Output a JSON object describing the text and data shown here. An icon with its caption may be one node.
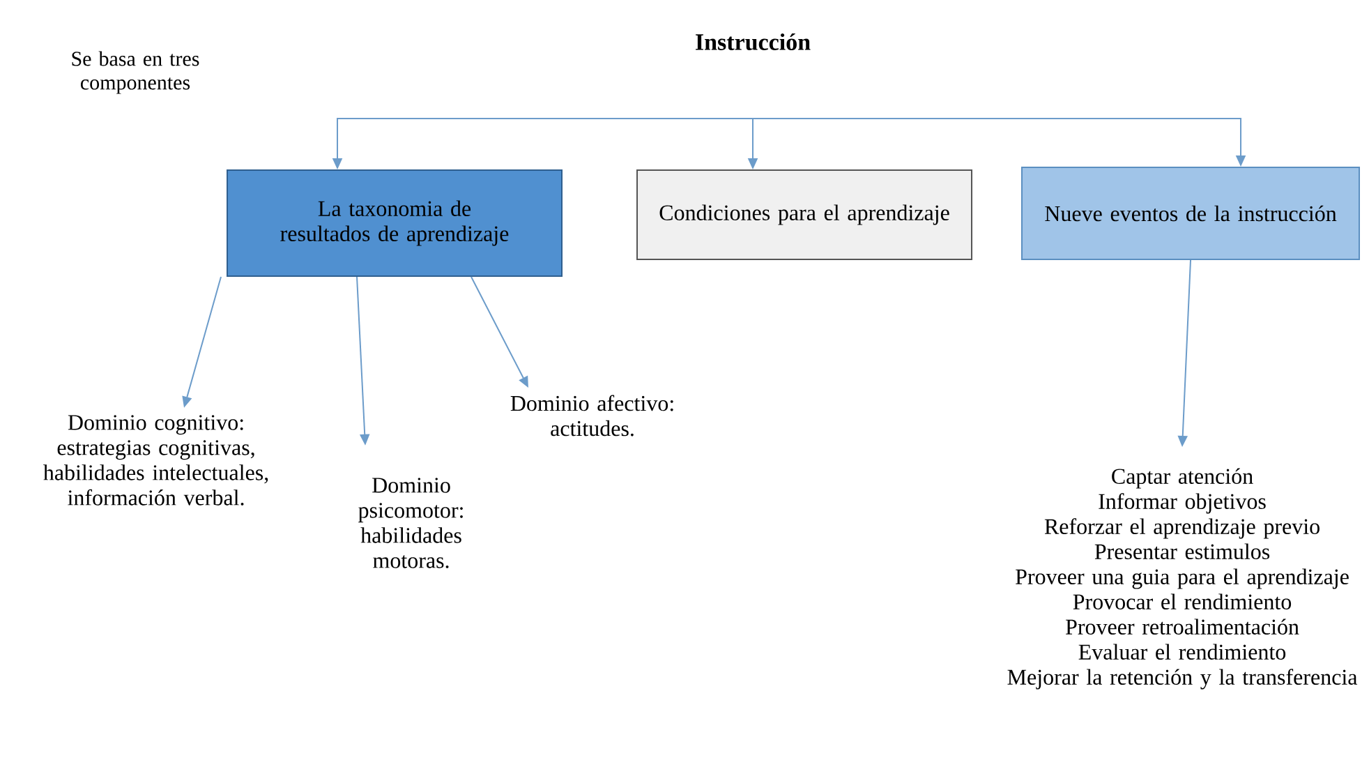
{
  "diagram": {
    "title": "Instrucción",
    "nodes": [
      {
        "text": [
          "La taxonomia de resultados de aprendizaje"
        ]
      },
      {
        "text": [
          "Condiciones para el aprendizaje"
        ]
      },
      {
        "text": [
          "Nueve eventos de la instrucción"
        ]
      },
      {
        "text": [
          "Dominio cognitivo: estrategias cognitivas, habilidades intelectuales, información verbal."
        ]
      },
      {
        "text": [
          "Dominio psicomotor: habilidades motoras."
        ]
      },
      {
        "text": [
          "Dominio afectivo: actitudes."
        ]
      },
      {
        "text": [
          "Captar atención",
          "Informar objetivos",
          "Reforzar el aprendizaje previo",
          "Presentar estimulos",
          "Proveer una guia para el aprendizaje",
          "Provocar el rendimiento",
          "Proveer retroalimentación",
          "Evaluar el rendimiento",
          "Mejorar la retención y la transferencia"
        ]
      }
    ],
    "edges": [
      {
        "from": null,
        "to": 0,
        "arrow": "to"
      },
      {
        "from": null,
        "to": 1,
        "arrow": "to"
      },
      {
        "from": null,
        "to": 2,
        "arrow": "to"
      },
      {
        "from": 0,
        "to": 3,
        "arrow": "to"
      },
      {
        "from": 0,
        "to": 4,
        "arrow": "to"
      },
      {
        "from": 0,
        "to": 5,
        "arrow": "to"
      },
      {
        "from": 2,
        "to": 6,
        "arrow": "to"
      }
    ],
    "labels": [
      "Se basa en tres componentes"
    ]
  }
}
